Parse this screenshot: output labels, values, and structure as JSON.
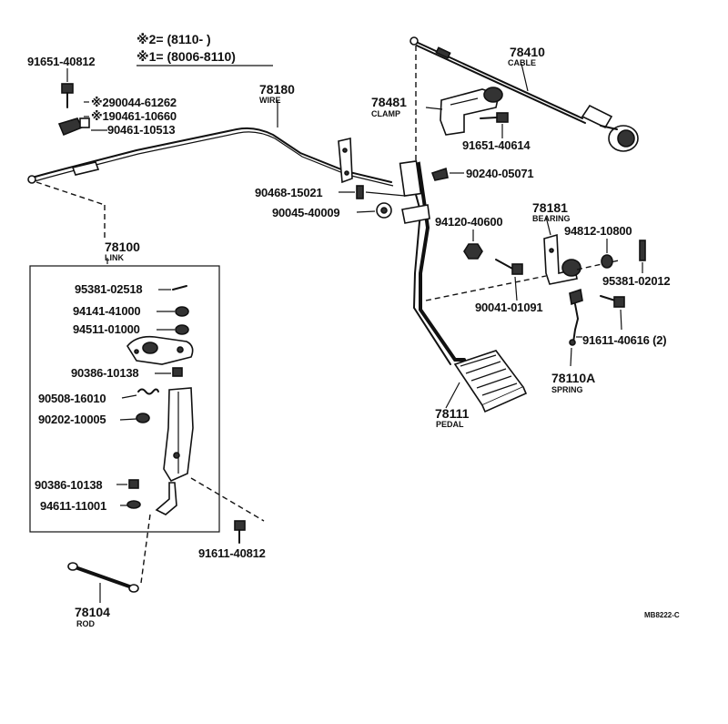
{
  "notes": {
    "note2": "※2= (8110-        )",
    "note1": "※1= (8006-8110)"
  },
  "labels": {
    "p78410": "78410",
    "p78410_sub": "CABLE",
    "p78180": "78180",
    "p78180_sub": "WIRE",
    "p78481": "78481",
    "p78481_sub": "CLAMP",
    "p91651_40614": "91651-40614",
    "p91651_40812": "91651-40812",
    "p90044": "※290044-61262",
    "p90461_10660": "※190461-10660",
    "p90461_10513": "90461-10513",
    "p90240": "90240-05071",
    "p90468": "90468-15021",
    "p90045": "90045-40009",
    "p94120": "94120-40600",
    "p78181": "78181",
    "p78181_sub": "BEARING",
    "p94812": "94812-10800",
    "p95381_02012": "95381-02012",
    "p90041": "90041-01091",
    "p91611_40616": "91611-40616 (2)",
    "p78110A": "78110A",
    "p78110A_sub": "SPRING",
    "p78111": "78111",
    "p78111_sub": "PEDAL",
    "p78100": "78100",
    "p78100_sub": "LINK",
    "p95381_02518": "95381-02518",
    "p94141": "94141-41000",
    "p94511": "94511-01000",
    "p90386_a": "90386-10138",
    "p90508": "90508-16010",
    "p90202": "90202-10005",
    "p90386_b": "90386-10138",
    "p94611": "94611-11001",
    "p91611_40812": "91611-40812",
    "p78104": "78104",
    "p78104_sub": "ROD",
    "diagram_code": "MB8222-C"
  }
}
